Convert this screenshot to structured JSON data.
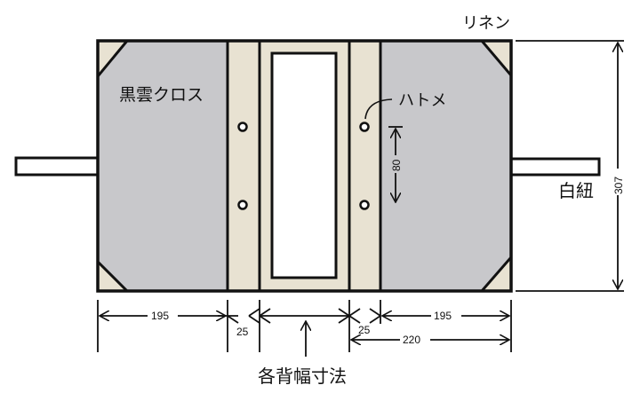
{
  "labels": {
    "cover_cloth": "黒雲クロス",
    "linen": "リネン",
    "eyelet": "ハトメ",
    "tie": "白紐",
    "spine_width_note": "各背幅寸法"
  },
  "dimensions": {
    "left_board": "195",
    "left_hinge": "25",
    "right_hinge": "25",
    "right_board": "195",
    "right_total": "220",
    "height": "307",
    "eyelet_spacing": "80"
  },
  "colors": {
    "cloth": "#c8c8cb",
    "linen": "#e8e2d2",
    "line": "#111111"
  }
}
